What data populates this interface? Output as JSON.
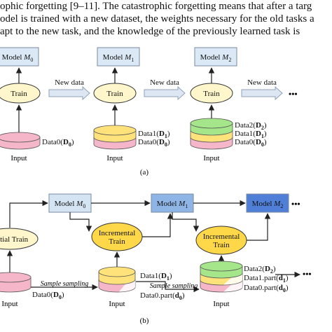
{
  "intro_lines": [
    "ophic forgetting [9–11]. The catastrophic forgetting means that after a targ",
    "odel is trained with a new dataset, the weights necessary for the old tasks a",
    "apt to the new task, and the knowledge of the previously learned task is"
  ],
  "panel_a": {
    "models": [
      "Model M0",
      "Model M1",
      "Model M2"
    ],
    "train_label": "Train",
    "new_data_label": "New data",
    "input_label": "Input",
    "ellipsis": "•••",
    "stack_labels": [
      [
        "Data0(D0)"
      ],
      [
        "Data1(D1)",
        "Data0(D0)"
      ],
      [
        "Data2(D2)",
        "Data1(D1)",
        "Data0(D0)"
      ]
    ],
    "caption": "(a)"
  },
  "panel_b": {
    "models": [
      "Model M0",
      "Model M1",
      "Model M2"
    ],
    "initial_train_label": "Initial Train",
    "incremental_train_label": [
      "Incremental",
      "Train"
    ],
    "sample_sampling_label": "Sample sampling",
    "input_label": "Input",
    "ellipsis": "•••",
    "stack_labels": [
      [
        "Data0(D0)"
      ],
      [
        "Data1(D1)",
        "Data0.part(d0)"
      ],
      [
        "Data2(D2)",
        "Data1.part(d1)",
        "Data0.part(d0)"
      ]
    ],
    "caption": "(b)"
  },
  "colors": {
    "model_box_a": "#dbe9f6",
    "model_box_b1": "#d5e4f3",
    "model_box_b2": "#8fb5e6",
    "model_box_b3": "#4f7fd6",
    "train_ellipse": "#fff6cc",
    "incremental_ellipse": "#ffd84a",
    "data0": "#f4b6c8",
    "data1": "#ffe37a",
    "data2": "#a6e68a",
    "arrow_fill": "#dde7f3",
    "line": "#222222"
  }
}
